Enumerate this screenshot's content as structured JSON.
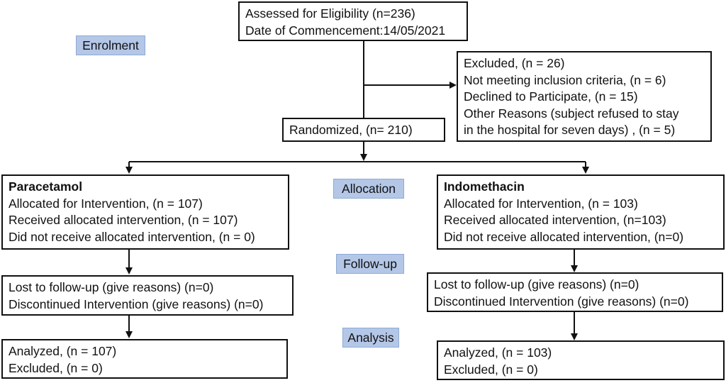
{
  "stages": {
    "enrolment": "Enrolment",
    "allocation": "Allocation",
    "follow_up": "Follow-up",
    "analysis": "Analysis"
  },
  "assessed": {
    "line1": "Assessed for Eligibility (n=236)",
    "line2": "Date of Commencement:14/05/2021"
  },
  "excluded": {
    "lines": [
      "Excluded, (n = 26)",
      "Not meeting inclusion criteria, (n = 6)",
      "Declined to Participate, (n = 15)",
      "Other Reasons (subject refused to stay",
      "in the hospital for seven days) , (n = 5)"
    ]
  },
  "randomized": {
    "label": "Randomized, (n= 210)"
  },
  "paracetamol": {
    "allocation": {
      "title": "Paracetamol",
      "lines": [
        "Allocated for Intervention, (n = 107)",
        "Received allocated intervention, (n = 107)",
        "Did not receive allocated intervention, (n = 0)"
      ]
    },
    "follow_up": {
      "lines": [
        "Lost to follow-up (give reasons) (n=0)",
        "Discontinued Intervention (give reasons) (n=0)"
      ]
    },
    "analysis": {
      "lines": [
        "Analyzed, (n = 107)",
        "Excluded, (n = 0)"
      ]
    }
  },
  "indomethacin": {
    "allocation": {
      "title": "Indomethacin",
      "lines": [
        "Allocated for Intervention, (n = 103)",
        "Received allocated intervention, (n=103)",
        "Did not receive allocated intervention, (n=0)"
      ]
    },
    "follow_up": {
      "lines": [
        "Lost to follow-up (give reasons) (n=0)",
        "Discontinued Intervention (give reasons) (n=0)"
      ]
    },
    "analysis": {
      "lines": [
        "Analyzed, (n = 103)",
        "Excluded, (n = 0)"
      ]
    }
  },
  "colors": {
    "stage_fill": "#b4c7e7",
    "line": "#111111"
  }
}
